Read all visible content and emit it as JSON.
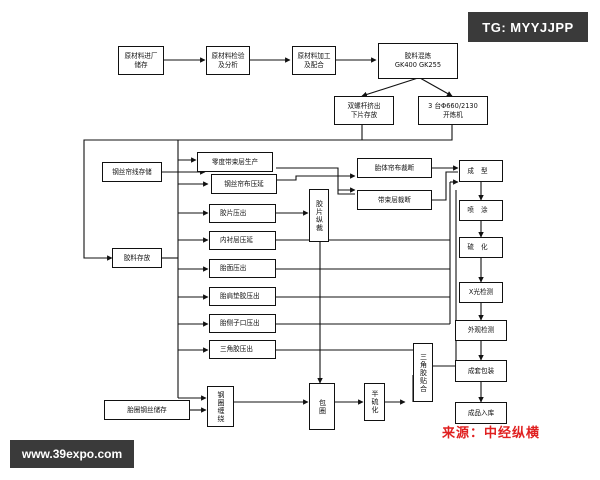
{
  "watermark": {
    "top_right": "TG: MYYJJPP",
    "bottom_left": "www.39expo.com"
  },
  "source_label": "来源：中经纵横",
  "colors": {
    "line": "#111111",
    "source": "#e02020",
    "badge_bg": "#3a3a3a"
  },
  "nodes": {
    "raw_in": "原材料进厂\n储存",
    "raw_inspect": "原材料检验\n及分析",
    "raw_process": "原材料加工\n及配合",
    "mixing": "胶料混炼\nGK400 GK255",
    "twin_screw": "双螺杆挤出\n下片存放",
    "open_mill": "3 台Φ660/2130\n开炼机",
    "steel_cord": "钢丝帘线存储",
    "belt_prod": "零度带束层生产",
    "steel_calender": "钢丝帘布压延",
    "compound_store": "胶料存放",
    "sheet": "胶片压出",
    "inner_liner": "内衬层压延",
    "tread": "胎面压出",
    "shoulder": "胎肩垫胶压出",
    "toe": "胎侧子口压出",
    "apex": "三角胶压出",
    "film_slit": "胶片纵裁",
    "body_cut": "胎体帘布裁断",
    "belt_cut": "带束层裁断",
    "bead_wire": "胎圈钢丝储存",
    "bead_wind": "钢圈缠绕",
    "wrap": "包圈",
    "semi_cure": "半硫化",
    "apex_fit": "三角胶贴合",
    "building": "成型",
    "spray": "喷涂",
    "curing": "硫化",
    "xray": "X光检测",
    "visual": "外观检测",
    "pack": "成套包装",
    "warehouse": "成品入库"
  }
}
